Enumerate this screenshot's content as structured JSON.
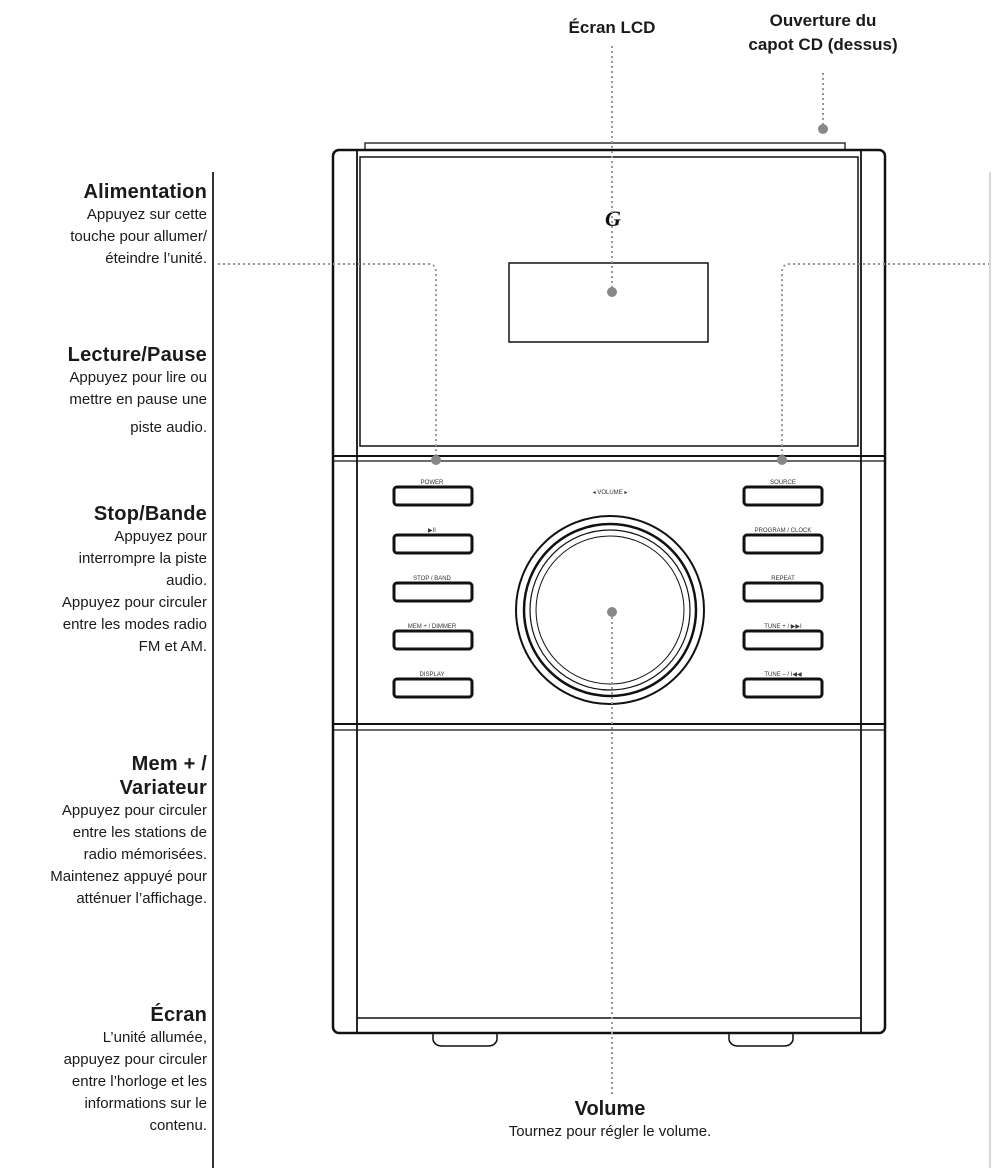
{
  "top_labels": {
    "lcd": "Écran LCD",
    "cd_door_line1": "Ouverture du",
    "cd_door_line2": "capot CD (dessus)"
  },
  "left_notes": [
    {
      "title": [
        "Alimentation"
      ],
      "lines": [
        "Appuyez sur cette",
        "touche pour allumer/",
        "éteindre l’unité."
      ]
    },
    {
      "title": [
        "Lecture/Pause"
      ],
      "lines": [
        "Appuyez pour lire ou",
        "mettre en pause une",
        "piste audio."
      ]
    },
    {
      "title": [
        "Stop/Bande"
      ],
      "lines": [
        "Appuyez pour",
        "interrompre la piste",
        "audio.",
        "Appuyez pour circuler",
        "entre les modes radio",
        "FM et AM."
      ]
    },
    {
      "title": [
        "Mem + /",
        "Variateur"
      ],
      "lines": [
        "Appuyez pour circuler",
        "entre les stations de",
        "radio mémorisées.",
        "Maintenez appuyé pour",
        "atténuer l’affichage."
      ]
    },
    {
      "title": [
        "Écran"
      ],
      "lines": [
        "L’unité allumée,",
        "appuyez pour circuler",
        "entre l’horloge et les",
        "informations sur le",
        "contenu."
      ]
    }
  ],
  "bottom_label": {
    "title": "Volume",
    "desc": "Tournez pour régler le volume."
  },
  "device": {
    "logo": "G",
    "volume_label": "◂ VOLUME ▸",
    "left_buttons": [
      "POWER",
      "▶II",
      "STOP / BAND",
      "MEM + / DIMMER",
      "DISPLAY"
    ],
    "right_buttons": [
      "SOURCE",
      "PROGRAM / CLOCK",
      "REPEAT",
      "TUNE + / ▶▶I",
      "TUNE – / I◀◀"
    ]
  }
}
